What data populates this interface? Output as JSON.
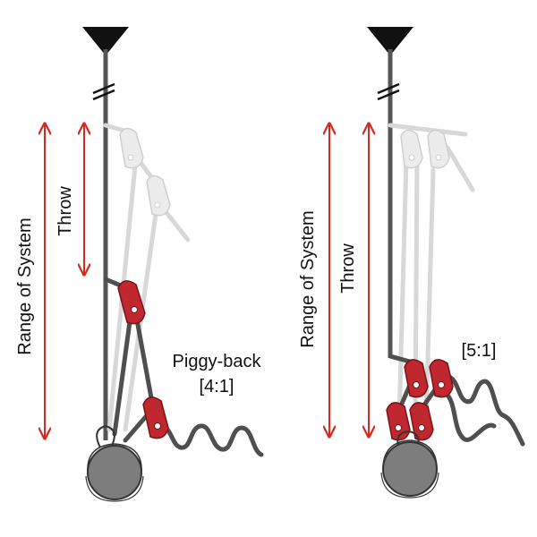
{
  "left": {
    "range_label": "Range of System",
    "throw_label": "Throw",
    "system_label_line1": "Piggy-back",
    "system_label_line2": "[4:1]"
  },
  "right": {
    "range_label": "Range of System",
    "throw_label": "Throw",
    "system_label": "[5:1]"
  },
  "colors": {
    "arrow": "#d42a20",
    "pulley": "#c0282f",
    "pulley_stroke": "#7a1216",
    "rope": "#4f4f4f",
    "ghost": "#d8d8d8",
    "anchor": "#111111",
    "load": "#7d7d7d"
  }
}
